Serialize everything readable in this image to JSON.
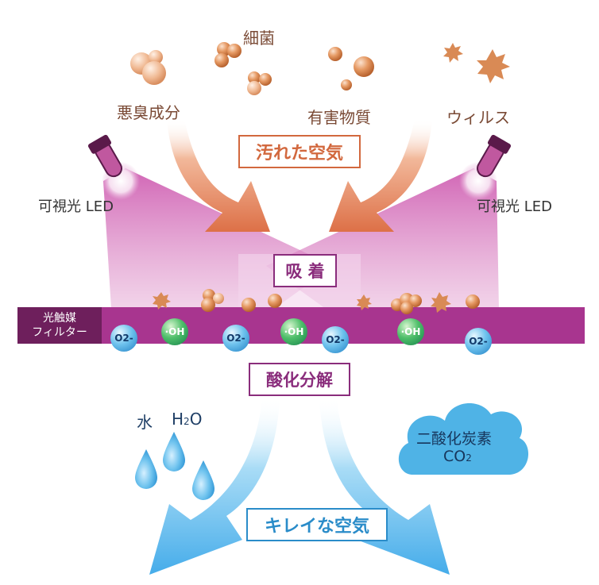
{
  "contaminants": {
    "bacteria": "細菌",
    "odor": "悪臭成分",
    "harmful": "有害物質",
    "virus": "ウィルス"
  },
  "labels": {
    "dirty_air": "汚れた空気",
    "led_left": "可視光 LED",
    "led_right": "可視光 LED",
    "adsorption": "吸 着",
    "filter_line1": "光触媒",
    "filter_line2": "フィルター",
    "decomposition": "酸化分解",
    "water": "水",
    "h2o_h": "H",
    "h2o_2": "2",
    "h2o_o": "O",
    "co2_name": "二酸化炭素",
    "co2_c": "CO",
    "co2_2": "2",
    "clean_air": "キレイな空気"
  },
  "molecules": {
    "o2": "O2-",
    "oh": "·OH"
  },
  "colors": {
    "filter": "#a8358f",
    "filter_dark": "#6e1f5c",
    "dirty_arrow": "#e0805a",
    "clean_arrow": "#5ab8ea",
    "dirty_text": "#d2683e",
    "adsorb_text": "#8a2d7c",
    "decomp_text": "#8a2d7c",
    "clean_text": "#2a8cc9",
    "particle": "#d98a55",
    "cloud": "#4fb3e6"
  }
}
